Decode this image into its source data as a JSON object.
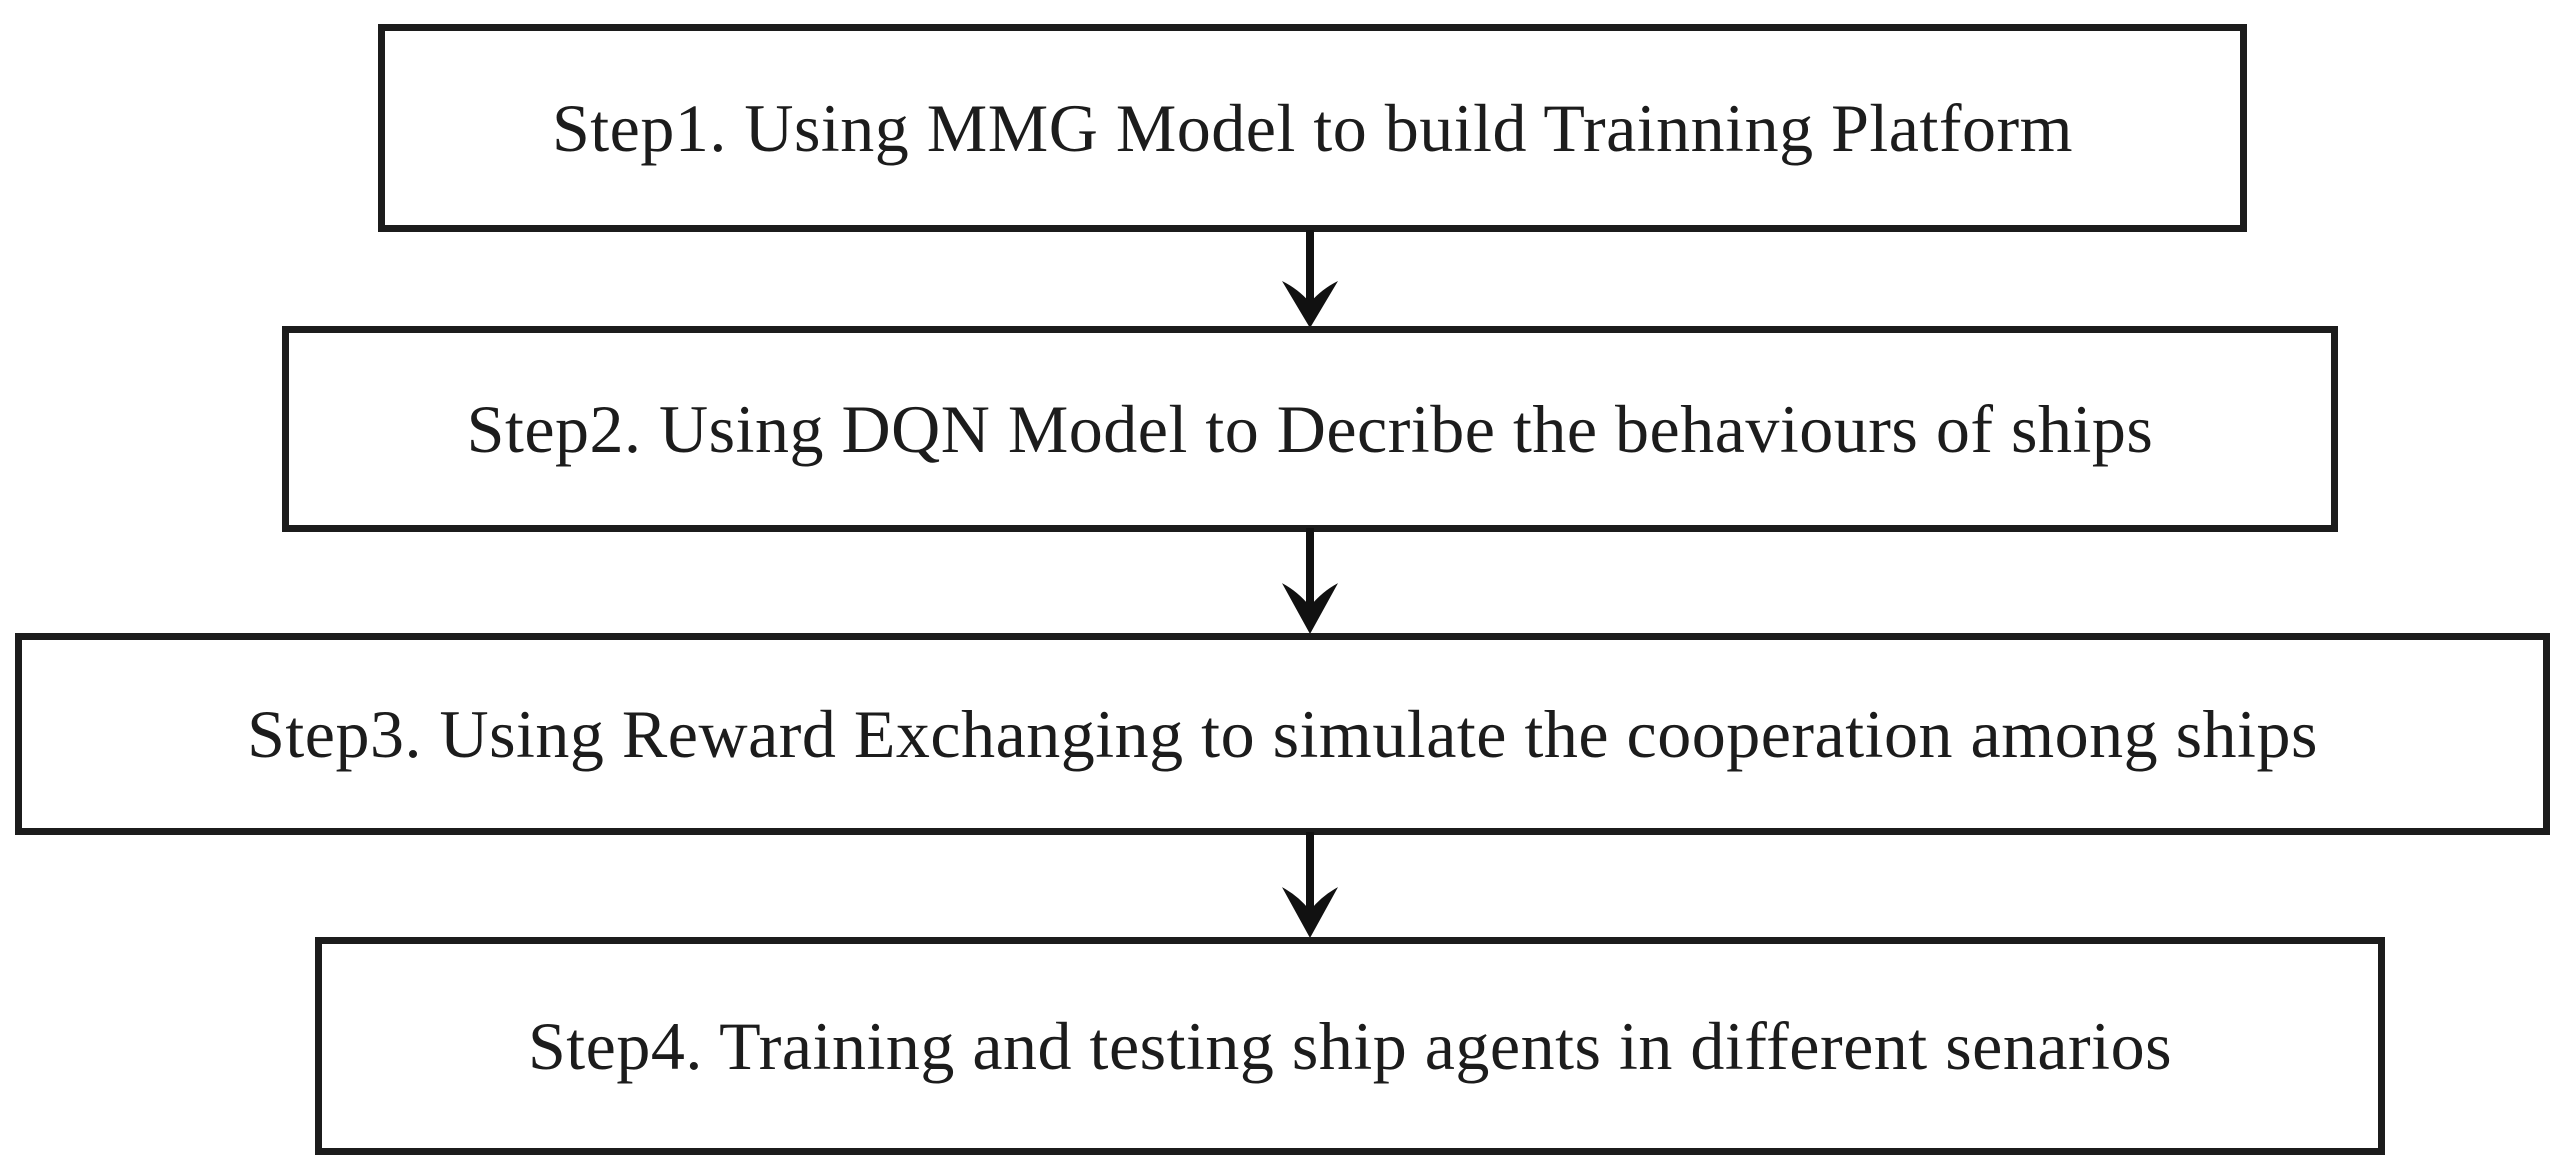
{
  "flowchart": {
    "steps": [
      {
        "id": 1,
        "label": "Step1. Using MMG Model to build Trainning Platform"
      },
      {
        "id": 2,
        "label": "Step2. Using DQN Model to Decribe the behaviours of ships"
      },
      {
        "id": 3,
        "label": "Step3. Using Reward Exchanging to simulate the cooperation among ships"
      },
      {
        "id": 4,
        "label": "Step4. Training and testing ship agents in different senarios"
      }
    ],
    "connections": [
      {
        "from": 1,
        "to": 2
      },
      {
        "from": 2,
        "to": 3
      },
      {
        "from": 3,
        "to": 4
      }
    ],
    "colors": {
      "box_border": "#1c1c1c",
      "box_fill": "#ffffff",
      "text": "#1c1c1c",
      "arrow": "#111111",
      "background": "#ffffff"
    }
  }
}
